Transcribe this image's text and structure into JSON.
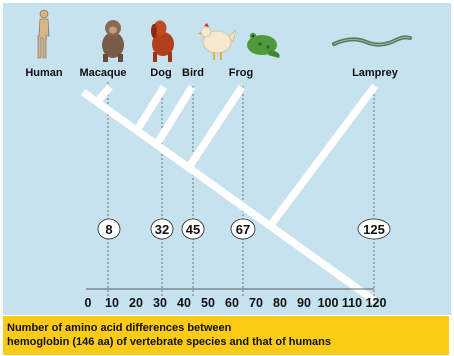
{
  "species": [
    {
      "name": "Human",
      "icon": "human-icon"
    },
    {
      "name": "Macaque",
      "icon": "macaque-icon"
    },
    {
      "name": "Dog",
      "icon": "dog-icon"
    },
    {
      "name": "Bird",
      "icon": "bird-icon"
    },
    {
      "name": "Frog",
      "icon": "frog-icon"
    },
    {
      "name": "Lamprey",
      "icon": "lamprey-icon"
    }
  ],
  "differences": [
    {
      "species": "Macaque",
      "value": 8
    },
    {
      "species": "Dog",
      "value": 32
    },
    {
      "species": "Bird",
      "value": 45
    },
    {
      "species": "Frog",
      "value": 67
    },
    {
      "species": "Lamprey",
      "value": 125
    }
  ],
  "axis": {
    "ticks": [
      "0",
      "10",
      "20",
      "30",
      "40",
      "50",
      "60",
      "70",
      "80",
      "90",
      "100",
      "110",
      "120"
    ]
  },
  "caption": {
    "line1": "Number of amino acid differences between",
    "line2": "hemoglobin (146 aa) of vertebrate species and that of humans"
  },
  "colors": {
    "background": "#c6e2ee",
    "caption_background": "#fbcb16",
    "branch": "#ffffff"
  }
}
